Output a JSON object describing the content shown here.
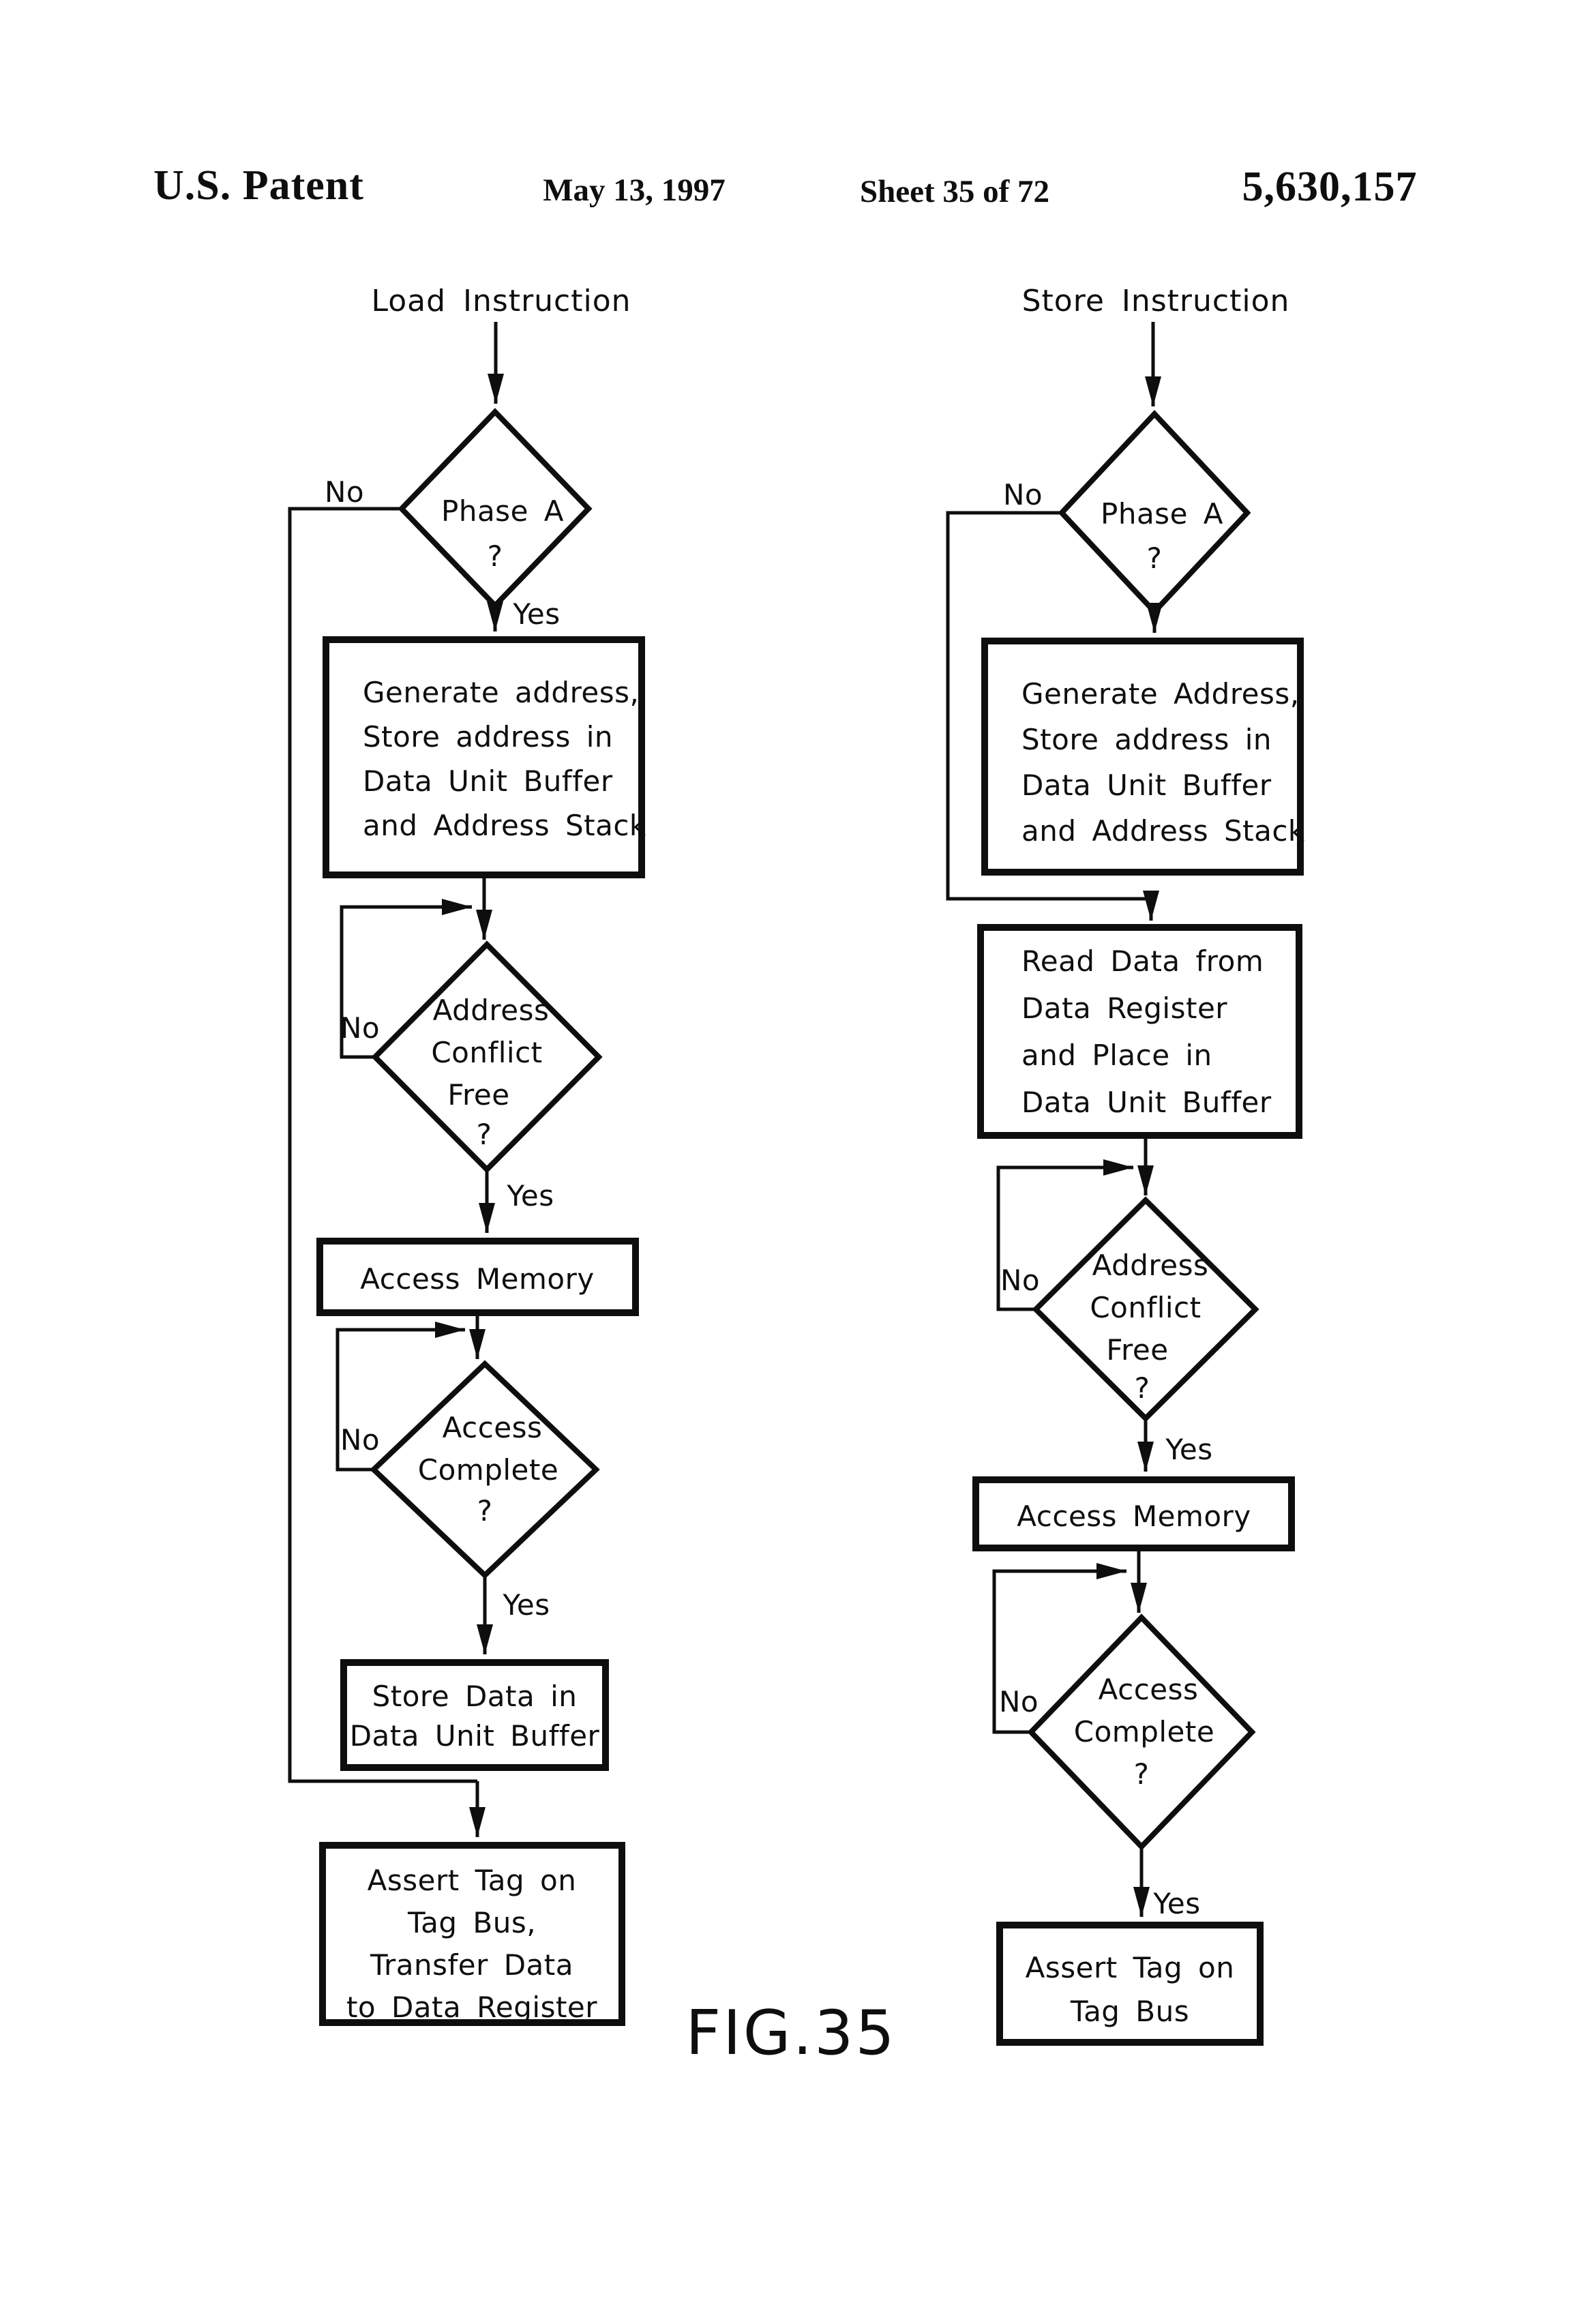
{
  "page": {
    "background": "#ffffff",
    "ink": "#0e0e0e"
  },
  "header": {
    "title": "U.S. Patent",
    "date": "May 13, 1997",
    "sheet": "Sheet 35 of 72",
    "patent_number": "5,630,157"
  },
  "figure_caption": "FIG.35",
  "labels": {
    "yes": "Yes",
    "no": "No"
  },
  "load_chart": {
    "title": "Load Instruction",
    "phase_a": {
      "line1": "Phase A",
      "line2": "?"
    },
    "generate_box": {
      "line1": "Generate address,",
      "line2": "Store address in",
      "line3": "Data Unit Buffer",
      "line4": "and Address Stack"
    },
    "address_conflict": {
      "line1": "Address",
      "line2": "Conflict",
      "line3": "Free",
      "line4": "?"
    },
    "access_memory": "Access Memory",
    "access_complete": {
      "line1": "Access",
      "line2": "Complete",
      "line3": "?"
    },
    "store_data_box": {
      "line1": "Store Data in",
      "line2": "Data Unit Buffer"
    },
    "assert_tag_box": {
      "line1": "Assert Tag on",
      "line2": "Tag Bus,",
      "line3": "Transfer Data",
      "line4": "to Data Register"
    }
  },
  "store_chart": {
    "title": "Store Instruction",
    "phase_a": {
      "line1": "Phase A",
      "line2": "?"
    },
    "generate_box": {
      "line1": "Generate Address,",
      "line2": "Store address in",
      "line3": "Data Unit Buffer",
      "line4": "and Address Stack"
    },
    "read_data_box": {
      "line1": "Read Data from",
      "line2": "Data Register",
      "line3": "and Place in",
      "line4": "Data Unit Buffer"
    },
    "address_conflict": {
      "line1": "Address",
      "line2": "Conflict",
      "line3": "Free",
      "line4": "?"
    },
    "access_memory": "Access Memory",
    "access_complete": {
      "line1": "Access",
      "line2": "Complete",
      "line3": "?"
    },
    "assert_tag_box": {
      "line1": "Assert Tag on",
      "line2": "Tag Bus"
    }
  }
}
